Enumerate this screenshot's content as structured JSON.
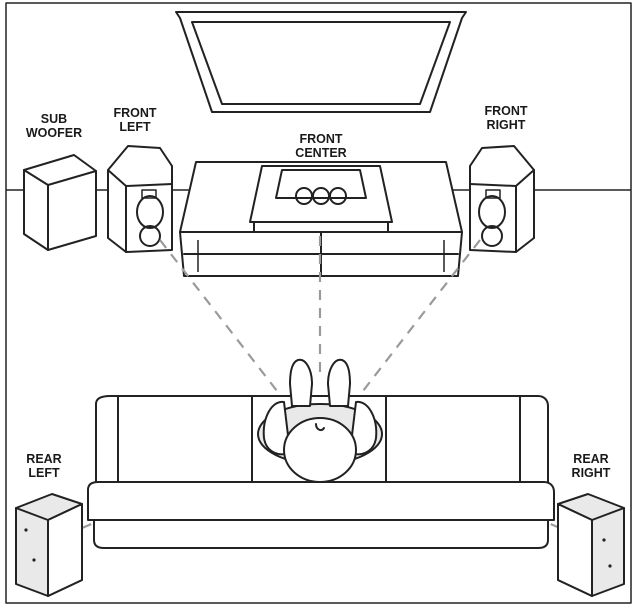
{
  "labels": {
    "sub_woofer": [
      "SUB",
      "WOOFER"
    ],
    "front_left": [
      "FRONT",
      "LEFT"
    ],
    "front_center": [
      "FRONT",
      "CENTER"
    ],
    "front_right": [
      "FRONT",
      "RIGHT"
    ],
    "rear_left": [
      "REAR",
      "LEFT"
    ],
    "rear_right": [
      "REAR",
      "RIGHT"
    ]
  }
}
